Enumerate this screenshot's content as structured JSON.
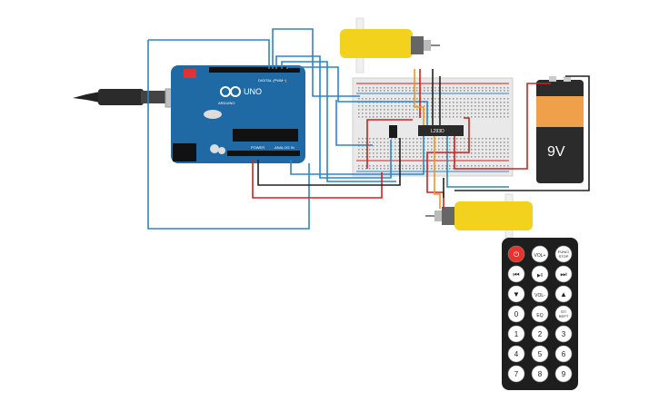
{
  "arduino": {
    "brand": "ARDUINO",
    "model": "UNO",
    "digital_header": "DIGITAL (PWM~)",
    "power_header": "POWER",
    "analog_header": "ANALOG IN"
  },
  "driver_chip": {
    "label": "L293D"
  },
  "battery": {
    "label": "9V"
  },
  "remote": {
    "rows": [
      [
        {
          "label": "⏻",
          "color": "#e8322c"
        },
        {
          "label": "VOL+",
          "color": "#ffffff"
        },
        {
          "label": "FUNC/\nSTOP",
          "color": "#ffffff"
        }
      ],
      [
        {
          "label": "⏮",
          "color": "#ffffff"
        },
        {
          "label": "▶‖",
          "color": "#ffffff"
        },
        {
          "label": "⏭",
          "color": "#ffffff"
        }
      ],
      [
        {
          "label": "▼",
          "color": "#ffffff"
        },
        {
          "label": "VOL-",
          "color": "#ffffff"
        },
        {
          "label": "▲",
          "color": "#ffffff"
        }
      ],
      [
        {
          "label": "0",
          "color": "#ffffff"
        },
        {
          "label": "EQ",
          "color": "#ffffff"
        },
        {
          "label": "ST/\nREPT",
          "color": "#ffffff"
        }
      ],
      [
        {
          "label": "1",
          "color": "#ffffff"
        },
        {
          "label": "2",
          "color": "#ffffff"
        },
        {
          "label": "3",
          "color": "#ffffff"
        }
      ],
      [
        {
          "label": "4",
          "color": "#ffffff"
        },
        {
          "label": "5",
          "color": "#ffffff"
        },
        {
          "label": "6",
          "color": "#ffffff"
        }
      ],
      [
        {
          "label": "7",
          "color": "#ffffff"
        },
        {
          "label": "8",
          "color": "#ffffff"
        },
        {
          "label": "9",
          "color": "#ffffff"
        }
      ]
    ]
  },
  "colors": {
    "board": "#1f6aa5",
    "breadboard": "#e9e9e9",
    "motor": "#f2d21c",
    "battery_orange": "#f0a04b",
    "wire_blue": "#2a86c9",
    "wire_red": "#d22020",
    "wire_black": "#222222",
    "wire_orange": "#f0961e",
    "remote_body": "#1e1e1e"
  }
}
